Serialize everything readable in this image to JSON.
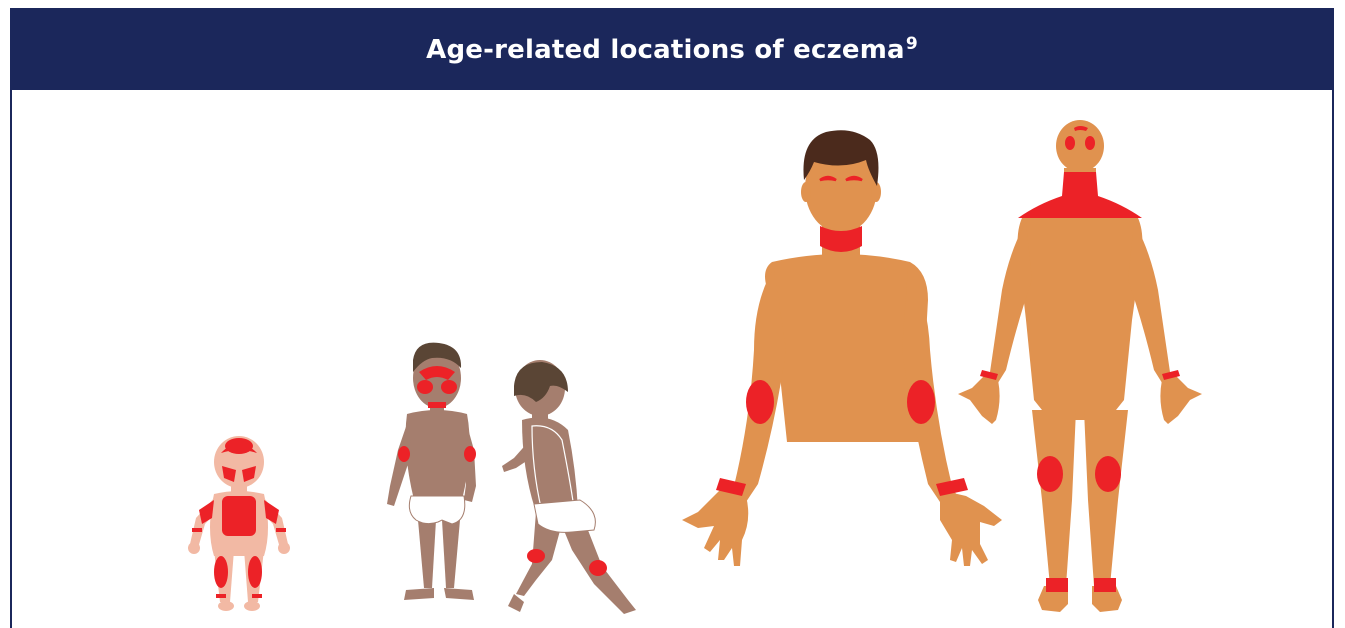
{
  "title": {
    "text": "Age-related locations of eczema",
    "superscript": "9"
  },
  "colors": {
    "banner": "#1b275b",
    "eczema_patch": "#ec2227",
    "infant_skin": "#f2b9a4",
    "toddler_skin": "#a57e6e",
    "toddler_hair": "#5a4535",
    "adult_skin": "#e0924f",
    "adult_hair": "#4b2a1c",
    "diaper": "#ffffff"
  },
  "figures": [
    {
      "id": "infant",
      "icon": "infant-figure-icon"
    },
    {
      "id": "toddler-front",
      "icon": "toddler-front-figure-icon"
    },
    {
      "id": "toddler-side",
      "icon": "toddler-side-figure-icon"
    },
    {
      "id": "adult-front",
      "icon": "adult-front-torso-icon"
    },
    {
      "id": "adult-back",
      "icon": "adult-back-figure-icon"
    }
  ]
}
